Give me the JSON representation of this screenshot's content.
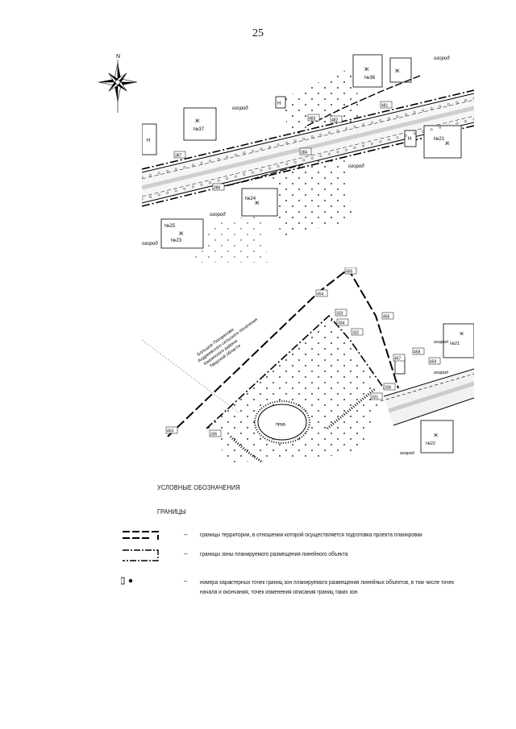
{
  "page_number": "25",
  "compass": {
    "north_label": "N"
  },
  "map1": {
    "labels": {
      "ogorod_1": "огород",
      "ogorod_2": "огород",
      "ogorod_3": "огород",
      "ogorod_4": "огород",
      "ogorod_5": "огород",
      "zh_1": "Ж",
      "zh_2": "Ж",
      "zh_3": "Ж",
      "zh_4": "Ж",
      "zh_5": "Ж",
      "zh_6": "Ж",
      "h_1": "Н",
      "h_2": "Н",
      "h_3": "Н",
      "house_1": "№36",
      "house_2": "№37",
      "house_3": "№21",
      "house_4": "№24",
      "house_5": "№25",
      "house_6": "№23",
      "pt_1": "481",
      "pt_2": "482",
      "pt_3": "483",
      "pt_4": "384",
      "pt_5": "386",
      "pt_6": "387"
    }
  },
  "map2": {
    "labels": {
      "settlement_1": "Большое Погорелово",
      "settlement_2": "Андреевского сельского поселения",
      "settlement_3": "Кашинского района",
      "settlement_4": "Тверской области",
      "ogorod_1": "огород",
      "ogorod_2": "огород",
      "ogorod_3": "огород",
      "zh_1": "Ж",
      "zh_2": "Ж",
      "house_1": "№21",
      "house_2": "№22",
      "pond": "пруд",
      "pt_1": "455",
      "pt_2": "454",
      "pt_3": "333",
      "pt_4": "334",
      "pt_5": "332",
      "pt_6": "456",
      "pt_7": "457",
      "pt_8": "458",
      "pt_9": "459",
      "pt_10": "331",
      "pt_11": "336",
      "pt_12": "335",
      "pt_13": "453"
    }
  },
  "legend": {
    "title": "УСЛОВНЫЕ ОБОЗНАЧЕНИЯ",
    "subtitle": "ГРАНИЦЫ",
    "items": [
      {
        "dash": "–",
        "text": "границы территории, в отношении которой осуществляется подготовка проекта планировки"
      },
      {
        "dash": "–",
        "text": "границы зоны планируемого размещения линейного объекта"
      },
      {
        "dash": "–",
        "text": "номера характерных точек границ зон планируемого размещения линейных объектов, в том числе точек начала и окончания, точек изменения описания границ таких зон"
      }
    ]
  }
}
